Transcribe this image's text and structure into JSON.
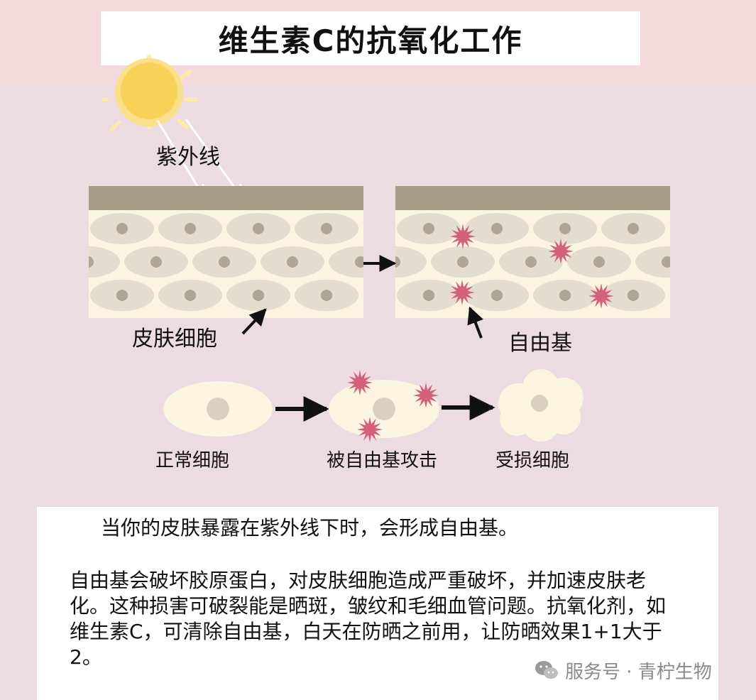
{
  "title": "维生素C的抗氧化工作",
  "labels": {
    "uv": "紫外线",
    "skin_cell": "皮肤细胞",
    "free_radical": "自由基",
    "normal_cell": "正常细胞",
    "attacked_cell": "被自由基攻击",
    "damaged_cell": "受损细胞"
  },
  "text": {
    "paragraph1": "当你的皮肤暴露在紫外线下时，会形成自由基。",
    "paragraph2": "自由基会破坏胶原蛋白，对皮肤细胞造成严重破坏，并加速皮肤老化。这种损害可破裂能是晒斑，皱纹和毛细血管问题。抗氧化剂，如维生素C，可清除自由基，白天在防晒之前用，让防晒效果1+1大于2。"
  },
  "watermark": {
    "text": "服务号 · 青柠生物"
  },
  "colors": {
    "background": "#ecdbe0",
    "top_band": "#f3d9db",
    "skin_top_layer": "#a89c86",
    "skin_base": "#fbf4e0",
    "cell_fill": "#e3ddcf",
    "nucleus": "#aea593",
    "free_radical": "#d4607a",
    "sun": "#f8d257"
  },
  "icons": [
    "sun-icon",
    "arrow-right-icon",
    "arrow-pointer-icon",
    "free-radical-icon",
    "wechat-icon"
  ]
}
